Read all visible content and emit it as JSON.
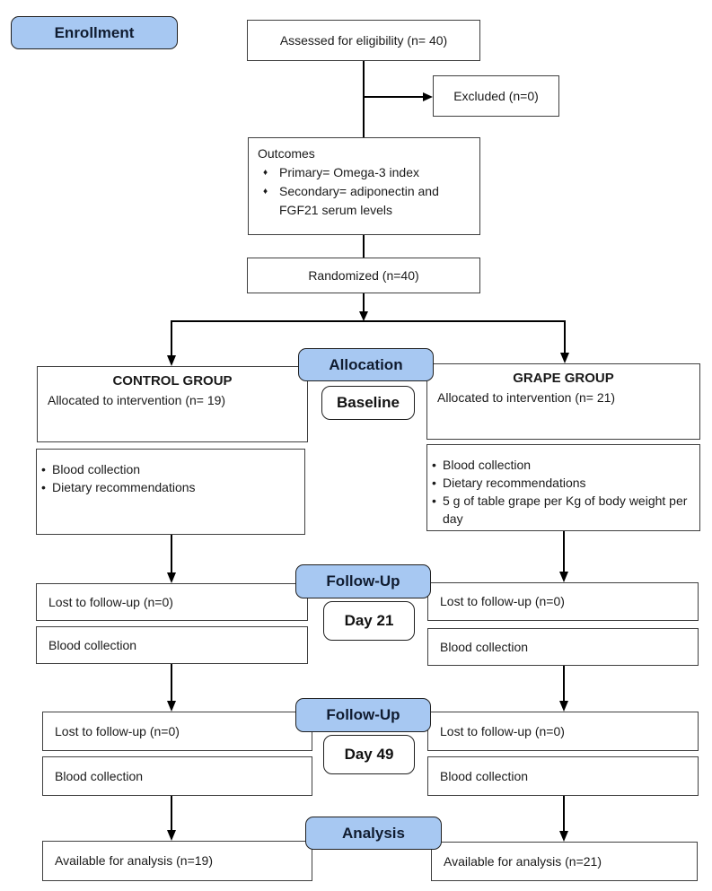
{
  "colors": {
    "badge_blue": "#a7c8f2",
    "badge_text": "#101c30",
    "box_border": "#3f3f3f",
    "line_color": "#000000"
  },
  "bullets": {
    "dot": "•",
    "diamond": "♦"
  },
  "badges": {
    "enrollment": "Enrollment",
    "allocation": "Allocation",
    "baseline": "Baseline",
    "followup_day21": "Follow-Up",
    "day21": "Day 21",
    "followup_day49": "Follow-Up",
    "day49": "Day 49",
    "analysis": "Analysis"
  },
  "top": {
    "assessed": "Assessed for eligibility (n= 40)",
    "excluded": "Excluded (n=0)",
    "outcomes": {
      "title": "Outcomes",
      "items": [
        "Primary= Omega-3 index",
        "Secondary= adiponectin and FGF21 serum levels"
      ]
    },
    "randomized": "Randomized (n=40)"
  },
  "control": {
    "title": "CONTROL GROUP",
    "allocated": "Allocated to intervention (n= 19)",
    "interventions": [
      "Blood collection",
      "Dietary recommendations"
    ],
    "lost_day21": "Lost to follow-up (n=0)",
    "blood_day21": "Blood collection",
    "lost_day49": "Lost to follow-up (n=0)",
    "blood_day49": "Blood collection",
    "available": "Available for analysis  (n=19)"
  },
  "grape": {
    "title": "GRAPE GROUP",
    "allocated": "Allocated to intervention (n= 21)",
    "interventions": [
      "Blood collection",
      "Dietary recommendations",
      "5 g of table grape per Kg of body weight per day"
    ],
    "lost_day21": "Lost to follow-up (n=0)",
    "blood_day21": "Blood collection",
    "lost_day49": "Lost to follow-up (n=0)",
    "blood_day49": "Blood collection",
    "available": "Available for analysis  (n=21)"
  }
}
